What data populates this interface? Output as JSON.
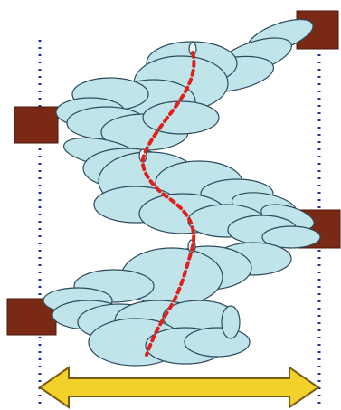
{
  "colors": {
    "background": "#ffffff",
    "disc_fill": "#bfe4ea",
    "disc_stroke": "#2f4b5b",
    "axis_dots": "#e0201c",
    "guide_line": "#1f2f9a",
    "anchor_block": "#7a2a14",
    "arrow_fill": "#f2d22a",
    "arrow_stroke": "#7a5a10"
  },
  "elements": {
    "anchors": [
      "top-right",
      "left-upper",
      "right-middle",
      "left-lower"
    ],
    "guides": [
      "left-guide",
      "right-guide"
    ],
    "arrow": "double-headed-width-arrow",
    "markers": [
      "top-marker",
      "middle-marker",
      "bottom-marker"
    ]
  }
}
